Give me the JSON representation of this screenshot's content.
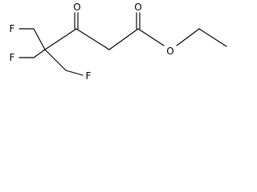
{
  "molecule": {
    "atoms": {
      "f_top": "F",
      "f_left": "F",
      "f_bottom": "F",
      "o_ketone": "O",
      "o_carbonyl": "O",
      "o_ester": "O"
    },
    "colors": {
      "bond": "#000000",
      "label": "#000000",
      "background": "#ffffff"
    }
  }
}
